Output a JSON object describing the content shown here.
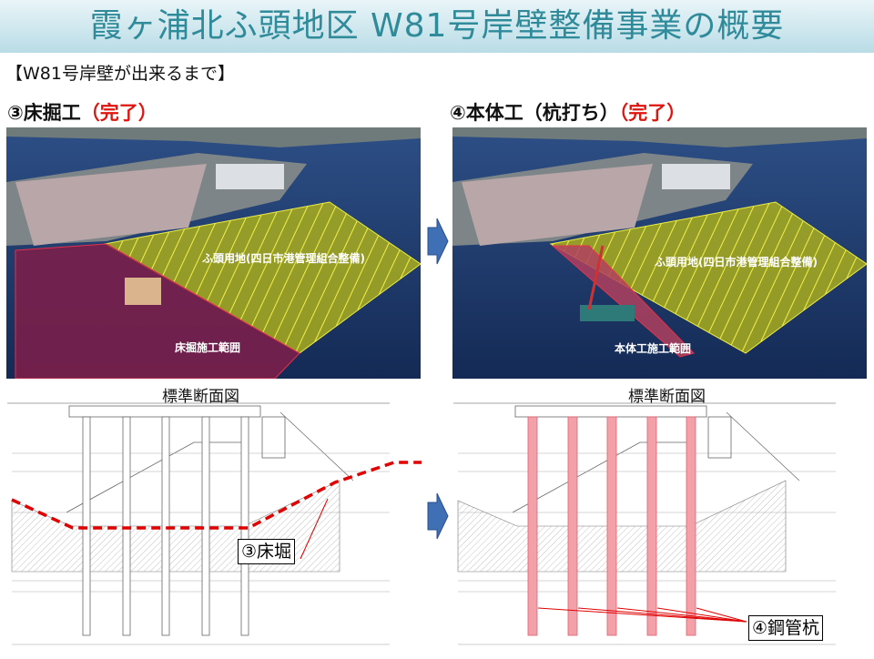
{
  "title": "霞ヶ浦北ふ頭地区 W81号岸壁整備事業の概要",
  "subtitle": "【W81号岸壁が出来るまで】",
  "steps": [
    {
      "heading": "③床掘工",
      "status": "（完了）",
      "land_label": "ふ頭用地(四日市港管理組合整備)",
      "area_label": "床掘施工範囲",
      "section_title": "標準断面図",
      "callout": "③床堀"
    },
    {
      "heading": "④本体工（杭打ち）",
      "status": "（完了）",
      "land_label": "ふ頭用地(四日市港管理組合整備)",
      "area_label": "本体工施工範囲",
      "section_title": "標準断面図",
      "callout": "④鋼管杭"
    }
  ],
  "colors": {
    "title": "#2f8a9a",
    "status": "#e0140f",
    "highlight": "#e00000"
  }
}
